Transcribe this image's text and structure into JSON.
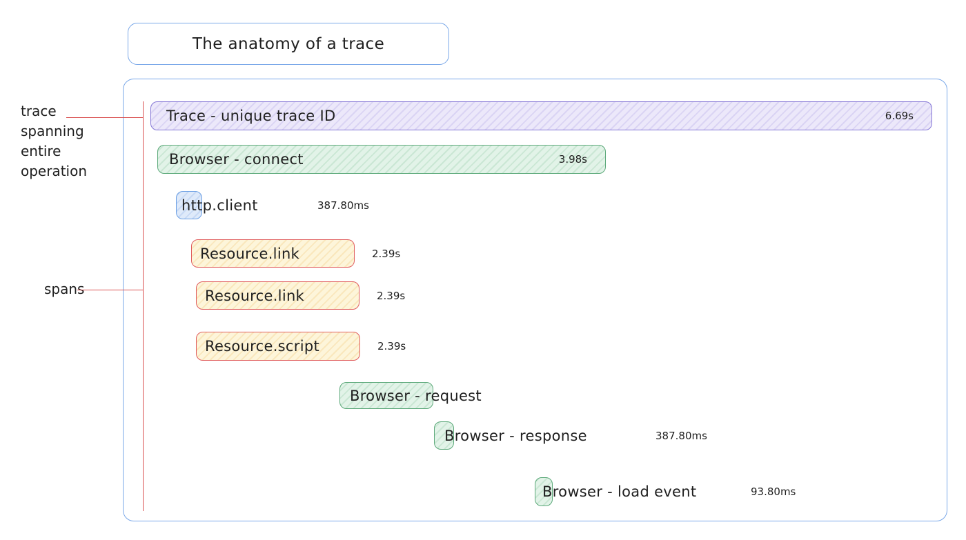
{
  "title": "The anatomy of a trace",
  "annotations": {
    "trace_label": "trace spanning entire operation",
    "spans_label": "spans"
  },
  "spans": [
    {
      "name": "Trace - unique trace ID",
      "duration": "6.69s",
      "type": "trace"
    },
    {
      "name": "Browser - connect",
      "duration": "3.98s",
      "type": "browser"
    },
    {
      "name": "http.client",
      "duration": "387.80ms",
      "type": "http"
    },
    {
      "name": "Resource.link",
      "duration": "2.39s",
      "type": "resource"
    },
    {
      "name": "Resource.link",
      "duration": "2.39s",
      "type": "resource"
    },
    {
      "name": "Resource.script",
      "duration": "2.39s",
      "type": "resource"
    },
    {
      "name": "Browser - request",
      "duration": "",
      "type": "browser"
    },
    {
      "name": "Browser - response",
      "duration": "387.80ms",
      "type": "browser"
    },
    {
      "name": "Browser - load event",
      "duration": "93.80ms",
      "type": "browser"
    }
  ],
  "colors": {
    "frame_blue": "#79a7e8",
    "purple_border": "#8577d6",
    "purple_fill": "#ece8fa",
    "green_border": "#5aa878",
    "green_fill": "#e2f3e8",
    "blue_border": "#6b9fe4",
    "blue_fill": "#dfeafa",
    "yellow_fill": "#fdf5da",
    "red_border": "#e05c5c",
    "annotation_red": "#d94f4f",
    "ink": "#1f1f1f"
  }
}
